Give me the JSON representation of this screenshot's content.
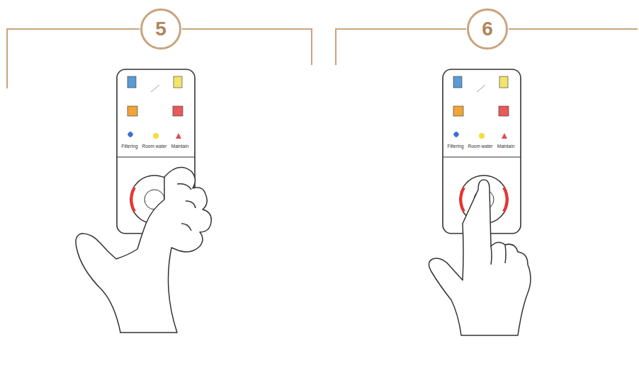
{
  "diagram": {
    "nodes": [
      {
        "text": [
          "5"
        ]
      },
      {
        "text": [
          "6"
        ]
      }
    ],
    "labels": [
      "Filtering",
      "Room water",
      "Maintain",
      "Filtering",
      "Room water",
      "Maintain"
    ]
  }
}
